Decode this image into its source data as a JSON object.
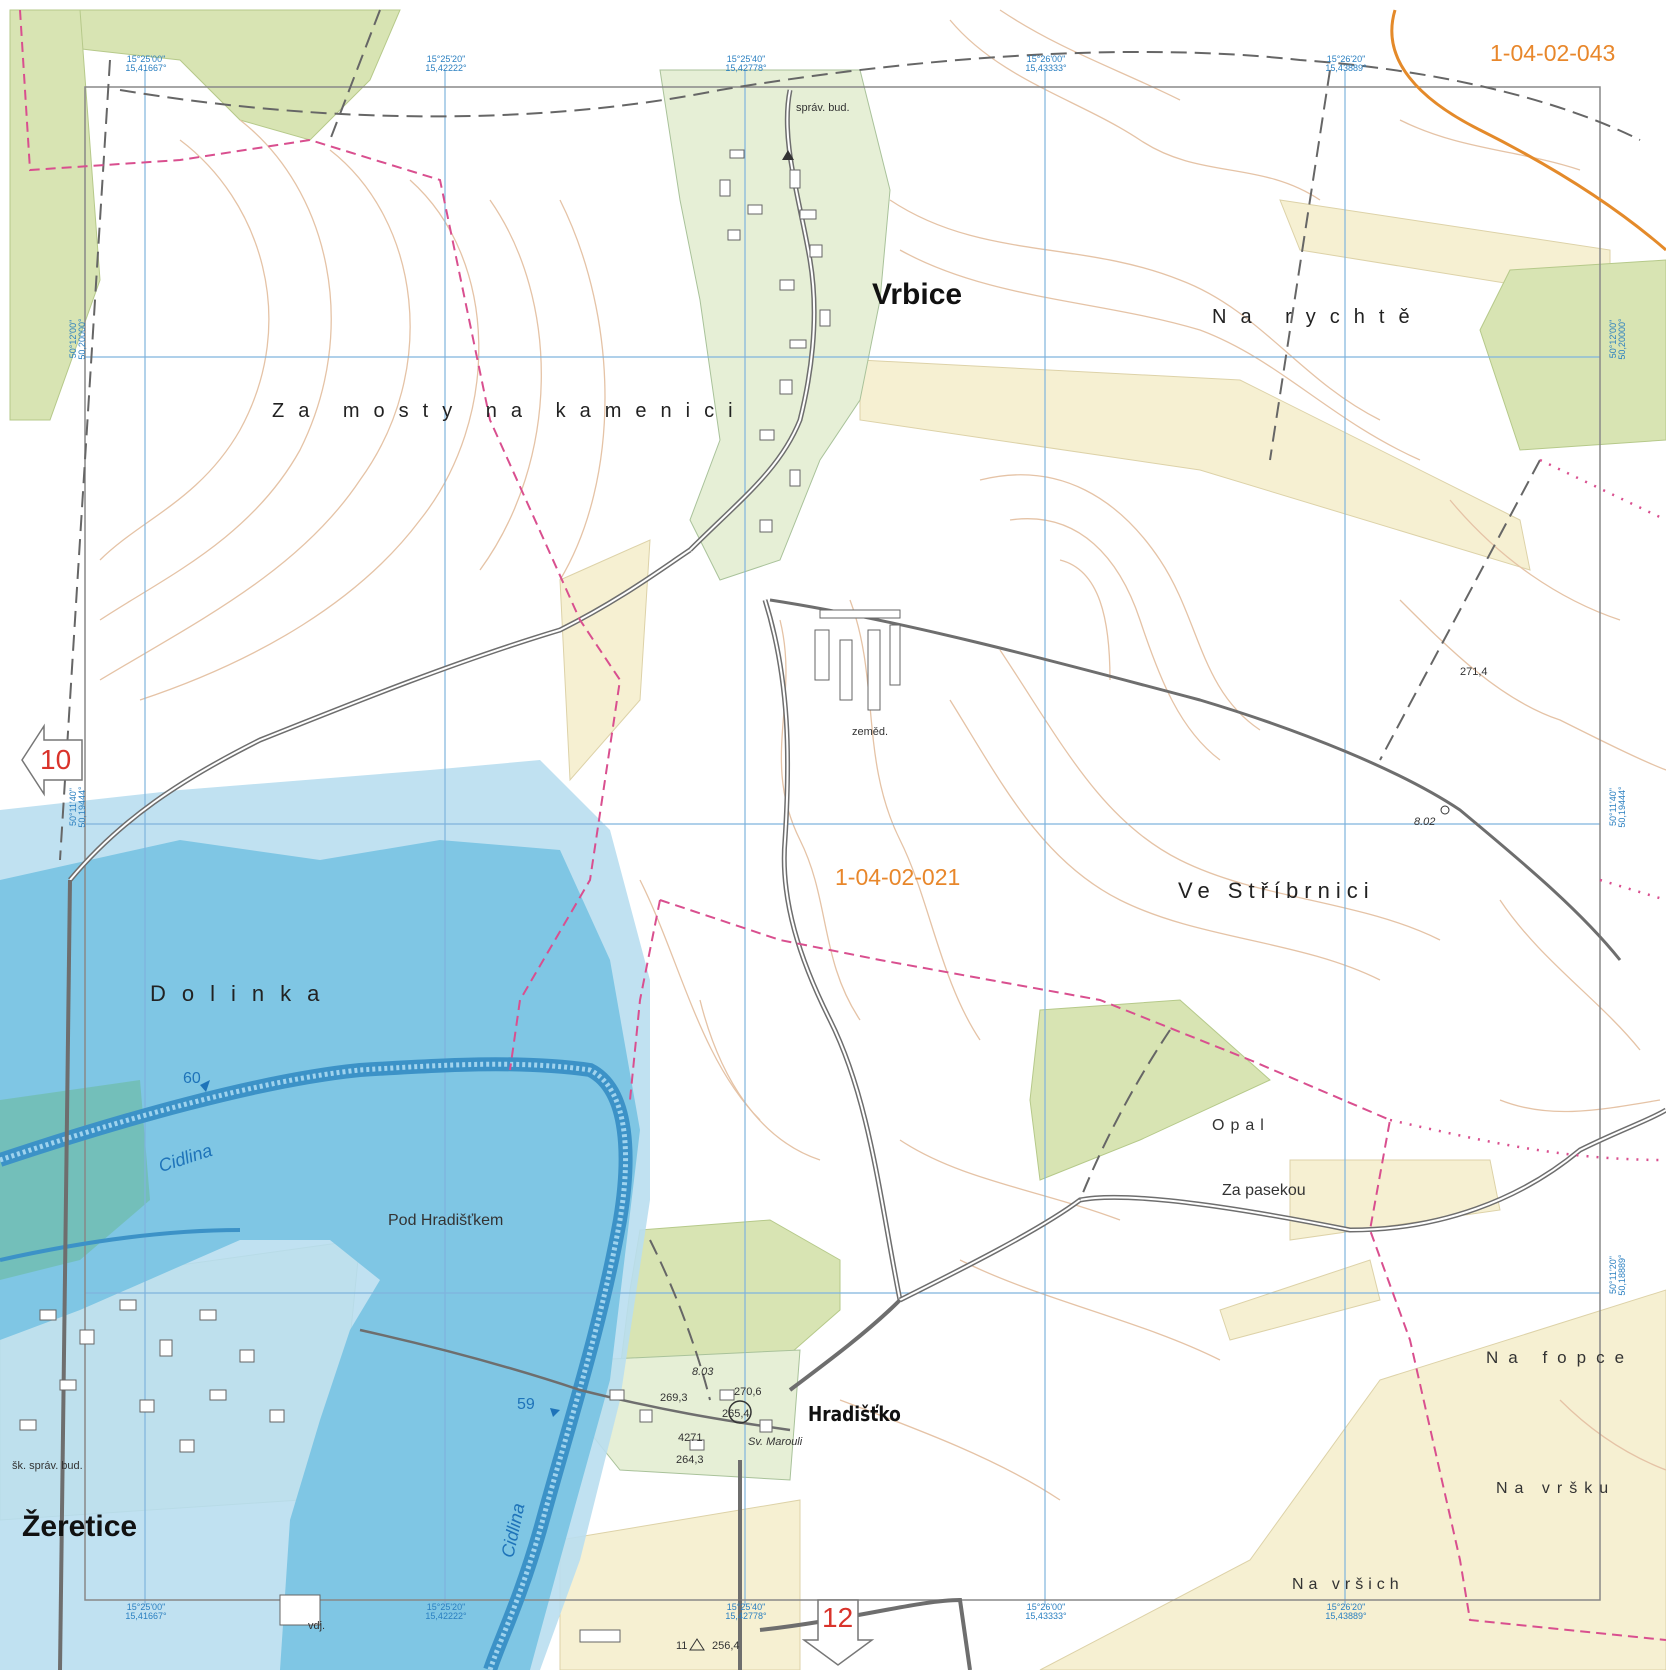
{
  "colors": {
    "forest": "#d8e4b3",
    "village": "#e6efd6",
    "field": "#f5efcf",
    "flood_dark": "#7fc6e4",
    "flood_light": "#b9def0",
    "grid": "#7fb3dd",
    "contour": "#e5c3a6",
    "boundary": "#d94f8f",
    "road": "#777777",
    "code_orange": "#e8872b",
    "sheet_red": "#d9332b"
  },
  "labels": {
    "vrbice": "Vrbice",
    "zeretice": "Žeretice",
    "hradisko": "Hradišťko",
    "za_mosty": "Za mosty na kamenici",
    "na_rychte": "Na rychtě",
    "dolinka": "Dolinka",
    "ve_stribrnici": "Ve Stříbrnici",
    "opal": "Opal",
    "za_pasekou": "Za pasekou",
    "pod_hradiskem": "Pod Hradišťkem",
    "na_fopce": "Na fopce",
    "na_vrsku": "Na vršku",
    "na_vrsich": "Na vršich",
    "cidlina1": "Cidlina",
    "cidlina2": "Cidlina",
    "sprav_bud": "správ. bud.",
    "zemed": "zeměd.",
    "sk_sprav_bud": "šk. správ. bud.",
    "sv_marouli": "Sv. Marouli",
    "vdj": "vdj."
  },
  "codes": {
    "top_right": "1-04-02-043",
    "center": "1-04-02-021"
  },
  "sheet_refs": {
    "left": "10",
    "bottom": "12"
  },
  "river_km": {
    "km60": "60",
    "km59": "59"
  },
  "spot_heights": {
    "h271": "271,4",
    "h256": "256,4",
    "pt11": "11",
    "b802": "8.02",
    "b803": "8.03",
    "h269": "269,3",
    "h2706": "270,6",
    "h2654": "265,4",
    "h2643": "264,3",
    "h4271": "4271"
  },
  "grid_coords": {
    "top": [
      {
        "dms": "15°25'00\"",
        "dec": "15,41667°"
      },
      {
        "dms": "15°25'20\"",
        "dec": "15,42222°"
      },
      {
        "dms": "15°25'40\"",
        "dec": "15,42778°"
      },
      {
        "dms": "15°26'00\"",
        "dec": "15,43333°"
      },
      {
        "dms": "15°26'20\"",
        "dec": "15,43889°"
      }
    ],
    "left": [
      {
        "dms": "50°12'00\"",
        "dec": "50,20000°"
      },
      {
        "dms": "50°11'40\"",
        "dec": "50,19444°"
      }
    ],
    "right": [
      {
        "dms": "50°12'00\"",
        "dec": "50,20000°"
      },
      {
        "dms": "50°11'40\"",
        "dec": "50,19444°"
      },
      {
        "dms": "50°11'20\"",
        "dec": "50,18889°"
      }
    ]
  }
}
